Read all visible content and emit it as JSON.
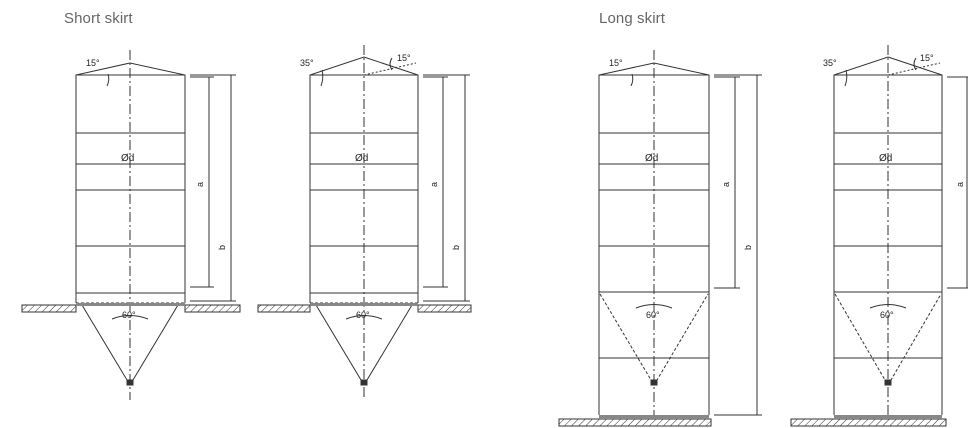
{
  "headings": {
    "short_skirt": "Short skirt",
    "long_skirt": "Long skirt"
  },
  "labels": {
    "roof_15": "15°",
    "roof_35": "35°",
    "diameter": "Ød",
    "cone_60": "60°",
    "dim_a": "a",
    "dim_b": "b"
  }
}
